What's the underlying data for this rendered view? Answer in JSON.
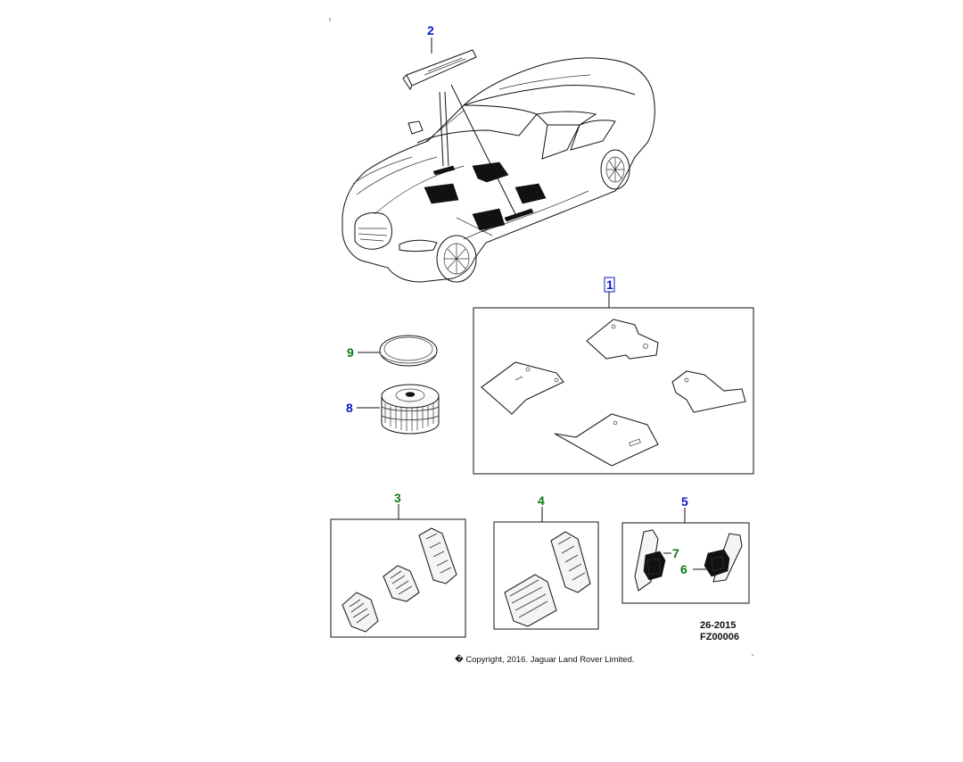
{
  "callouts": {
    "c1": "1",
    "c2": "2",
    "c3": "3",
    "c4": "4",
    "c5": "5",
    "c6": "6",
    "c7": "7",
    "c8": "8",
    "c9": "9"
  },
  "colors": {
    "callout_blue": "#0a18c8",
    "callout_green": "#0b7a12",
    "line": "#111111"
  },
  "reference": {
    "code": "26-2015",
    "figure": "FZ00006"
  },
  "copyright": "� Copyright, 2016. Jaguar Land Rover Limited."
}
